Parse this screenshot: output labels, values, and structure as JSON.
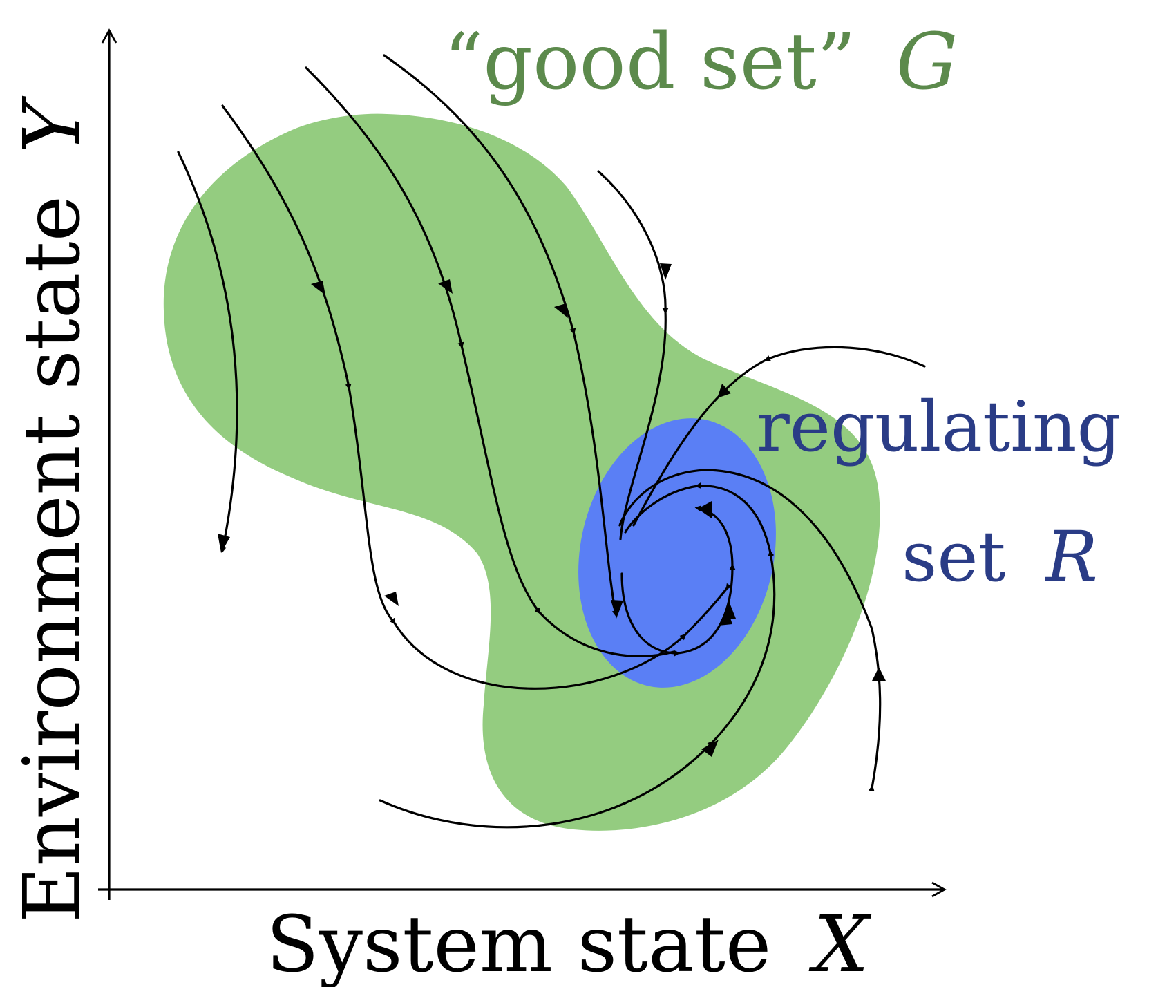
{
  "colors": {
    "good_set_fill": "#94cc80",
    "good_set_text": "#5c8a4c",
    "regulating_fill": "#5a7ff5",
    "regulating_text": "#2a3c86",
    "ink": "#000000"
  },
  "axes": {
    "x_label": "System state",
    "x_symbol": "X",
    "y_label": "Environment state",
    "y_symbol": "Y"
  },
  "good_set": {
    "label": "“good set”",
    "symbol": "G"
  },
  "regulating_set": {
    "label_line1": "regulating",
    "label_line2": "set",
    "symbol": "R"
  }
}
